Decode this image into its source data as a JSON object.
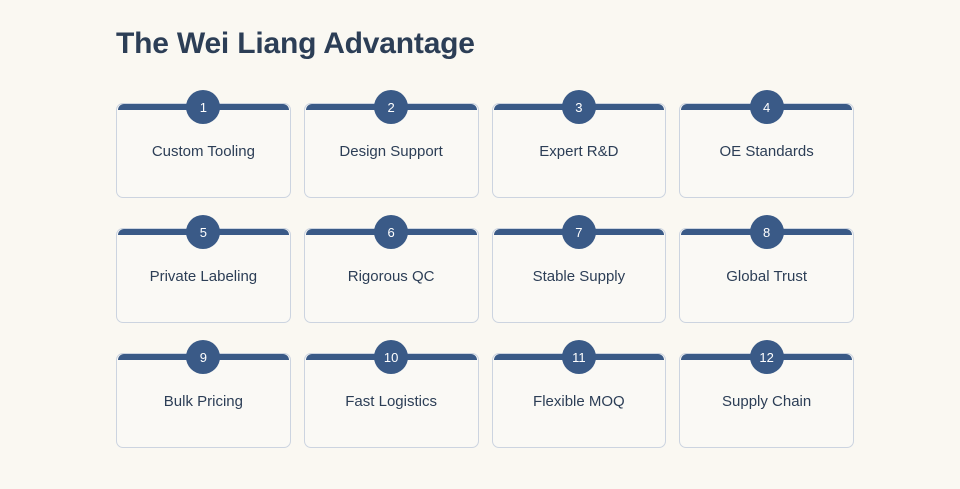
{
  "header": {
    "title": "The Wei Liang Advantage"
  },
  "theme": {
    "page_background": "#faf8f2",
    "accent": "#3a5a87",
    "text": "#2c3e56",
    "card_background": "#faf9f5",
    "card_border": "#ccd4e0",
    "badge_text": "#ffffff"
  },
  "grid": {
    "columns": 4,
    "rows": 3,
    "cards": [
      {
        "number": "1",
        "label": "Custom Tooling"
      },
      {
        "number": "2",
        "label": "Design Support"
      },
      {
        "number": "3",
        "label": "Expert R&D"
      },
      {
        "number": "4",
        "label": "OE Standards"
      },
      {
        "number": "5",
        "label": "Private Labeling"
      },
      {
        "number": "6",
        "label": "Rigorous QC"
      },
      {
        "number": "7",
        "label": "Stable Supply"
      },
      {
        "number": "8",
        "label": "Global Trust"
      },
      {
        "number": "9",
        "label": "Bulk Pricing"
      },
      {
        "number": "10",
        "label": "Fast Logistics"
      },
      {
        "number": "11",
        "label": "Flexible MOQ"
      },
      {
        "number": "12",
        "label": "Supply Chain"
      }
    ]
  }
}
